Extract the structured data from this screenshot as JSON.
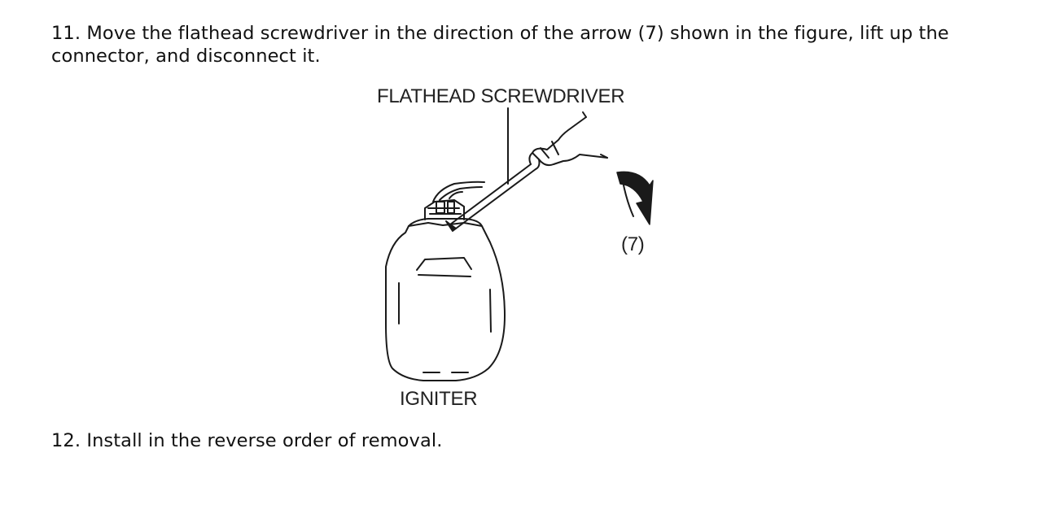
{
  "steps": [
    {
      "text": "11. Move the flathead screwdriver in the direction of the arrow (7) shown in the figure, lift up the connector, and disconnect it."
    },
    {
      "text": "12. Install in the reverse order of removal."
    }
  ],
  "figure": {
    "labels": {
      "screwdriver": "FLATHEAD SCREWDRIVER",
      "arrow": "(7)",
      "igniter": "IGNITER"
    }
  }
}
